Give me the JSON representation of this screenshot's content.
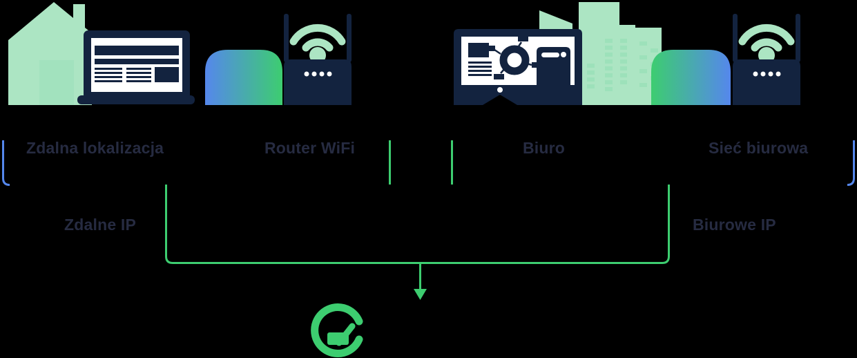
{
  "labels": {
    "remote_location": "Zdalna lokalizacja",
    "router_wifi": "Router WiFi",
    "office": "Biuro",
    "office_network": "Sieć biurowa",
    "remote_ip": "Zdalne IP",
    "office_ip": "Biurowe IP"
  },
  "icons": {
    "house": "house-icon",
    "laptop": "laptop-icon",
    "remote_wifi_router": "wifi-router-icon",
    "office_computer": "desktop-computer-icon",
    "office_tower_pc": "tower-pc-icon",
    "office_buildings": "office-buildings-icon",
    "office_wifi_router": "wifi-router-icon",
    "arrow_down": "arrow-down-icon",
    "check_circle": "check-circle-icon"
  },
  "colors": {
    "background": "#000000",
    "navy": "#13233F",
    "label_text": "#262B41",
    "light_green": "#ACE5C3",
    "window_green": "#9DE1BA",
    "door_green": "#A2E2BE",
    "green": "#3DCD70",
    "blue": "#5587EC",
    "white": "#FFFFFF"
  },
  "connections": {
    "top_bracket_gradient": [
      "#5587EC",
      "#3DCD70",
      "#3DCD70",
      "#5587EC"
    ],
    "bottom_bracket_color": "#3DCD70"
  }
}
